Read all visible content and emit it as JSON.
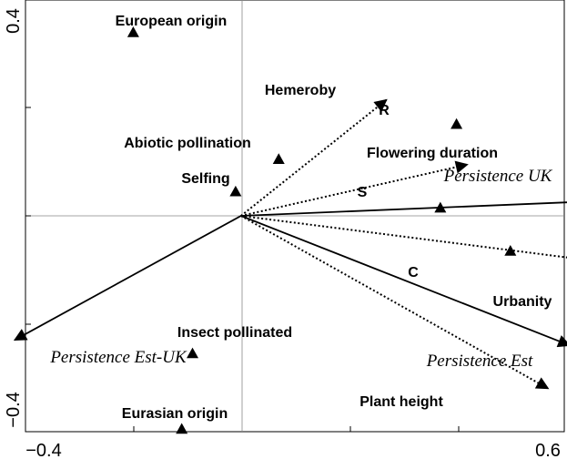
{
  "chart_data": {
    "type": "scatter",
    "title": "",
    "xlabel": "",
    "ylabel": "",
    "xlim": [
      -0.4,
      0.6
    ],
    "ylim": [
      -0.4,
      0.4
    ],
    "grid": false,
    "zero_lines": true,
    "x_tick_labels": [
      "−0.4",
      "0.6"
    ],
    "y_tick_labels": [
      "0.4",
      "−0.4"
    ],
    "points": [
      {
        "label": "European origin",
        "x": -0.2,
        "y": 0.34
      },
      {
        "label": "R",
        "x": 0.4,
        "y": 0.17
      },
      {
        "label": "Abiotic pollination",
        "x": 0.07,
        "y": 0.105
      },
      {
        "label": "Selfing",
        "x": -0.01,
        "y": 0.045
      },
      {
        "label": "S",
        "x": 0.37,
        "y": 0.015
      },
      {
        "label": "C",
        "x": 0.5,
        "y": -0.065
      },
      {
        "label": "Insect pollinated",
        "x": -0.09,
        "y": -0.255
      },
      {
        "label": "Eurasian origin",
        "x": -0.11,
        "y": -0.395
      }
    ],
    "arrows": [
      {
        "label": "Hemeroby",
        "x": 0.27,
        "y": 0.215,
        "style": "dotted"
      },
      {
        "label": "Flowering duration",
        "x": 0.42,
        "y": 0.095,
        "style": "dotted"
      },
      {
        "label": "Urbanity",
        "x": 1.02,
        "y": -0.13,
        "style": "dotted"
      },
      {
        "label": "Plant height",
        "x": 0.57,
        "y": -0.32,
        "style": "dotted"
      },
      {
        "label": "Persistence UK",
        "x": 1.09,
        "y": 0.045,
        "style": "solid"
      },
      {
        "label": "Persistence Est",
        "x": 0.61,
        "y": -0.24,
        "style": "solid"
      },
      {
        "label": "Persistence Est-UK",
        "x": -0.42,
        "y": -0.23,
        "style": "solid"
      }
    ]
  }
}
